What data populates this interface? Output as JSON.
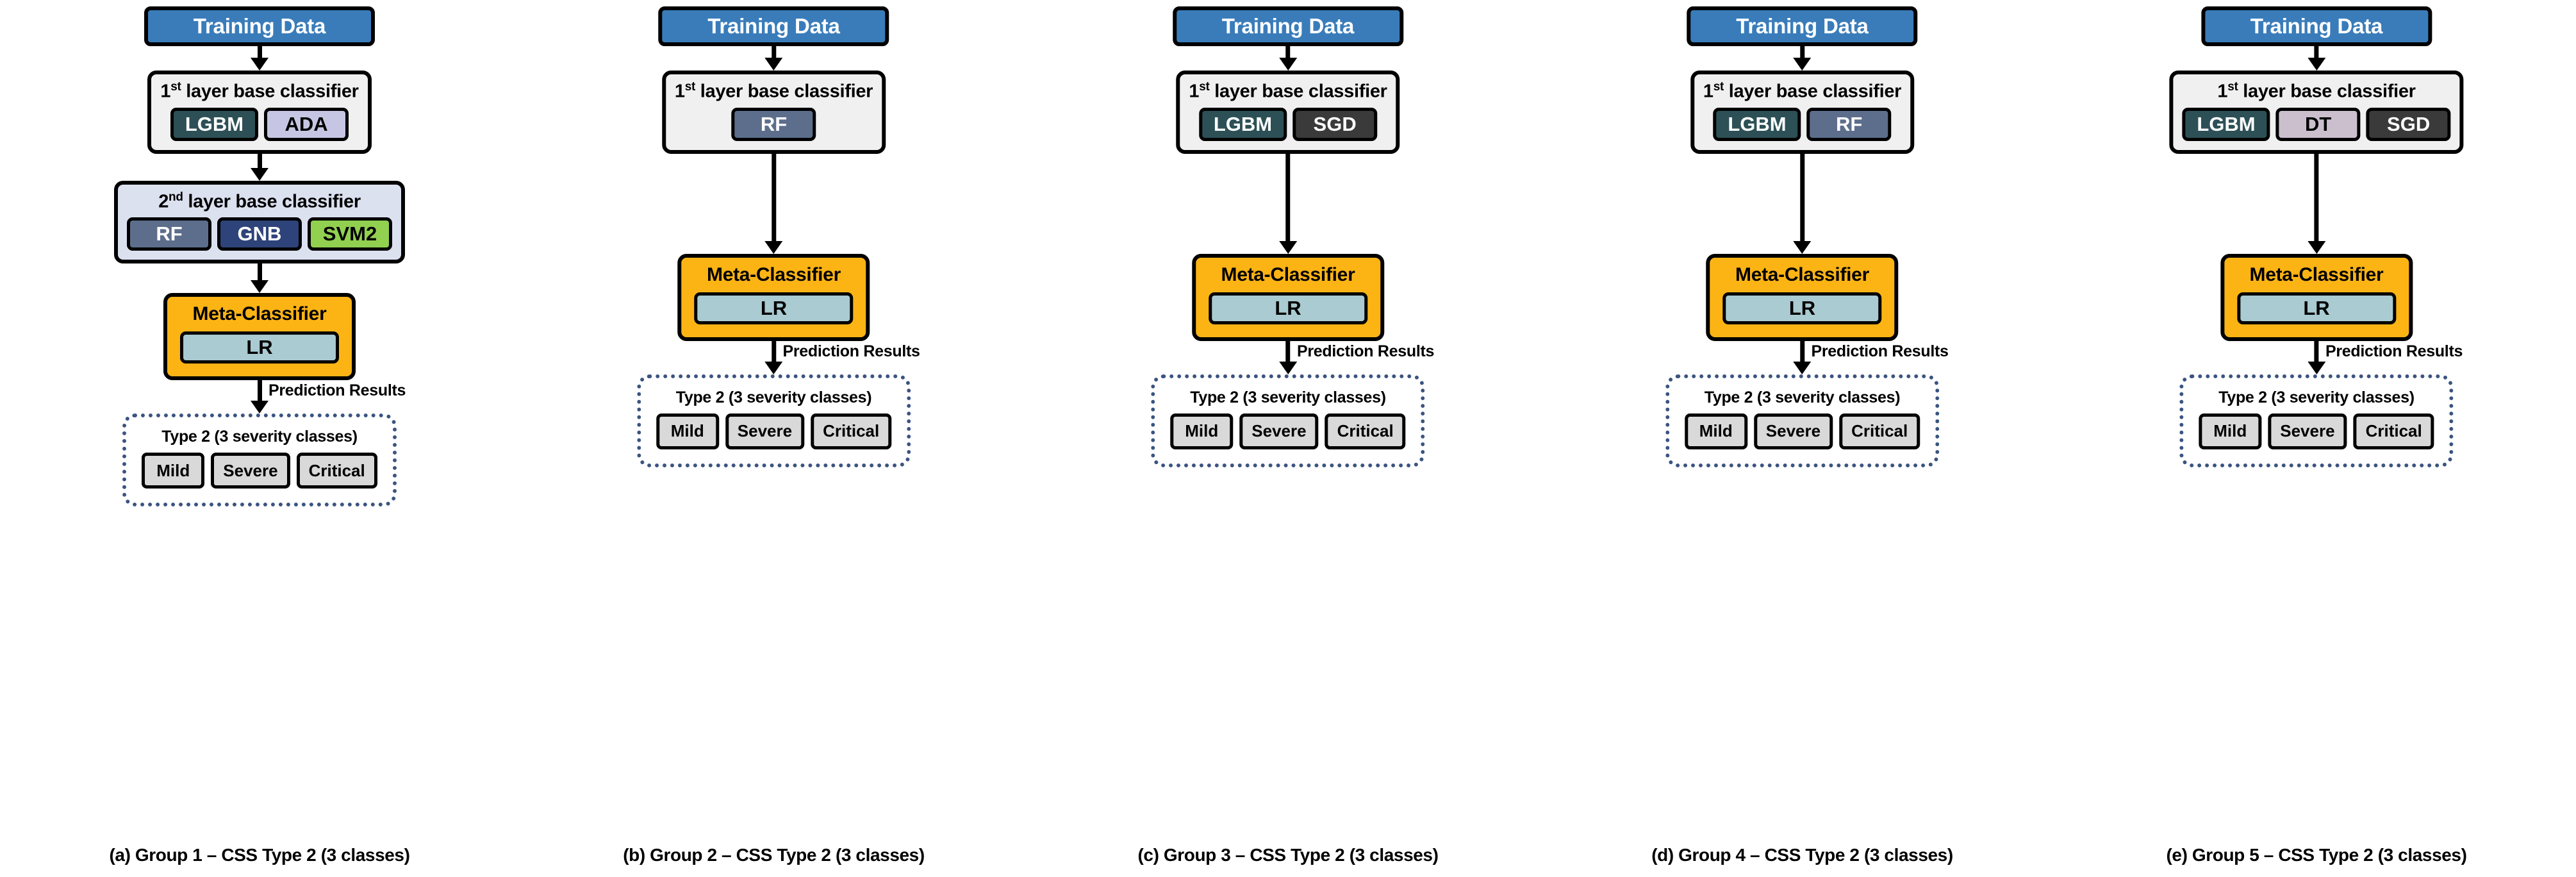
{
  "figure": {
    "common": {
      "training_data_label": "Training Data",
      "first_layer_title_num": "1",
      "first_layer_title_sup": "st",
      "first_layer_title_rest": " layer base classifier",
      "second_layer_title_num": "2",
      "second_layer_title_sup": "nd",
      "second_layer_title_rest": " layer base classifier",
      "meta_title": "Meta-Classifier",
      "meta_classifier_label": "LR",
      "prediction_label": "Prediction Results",
      "results_title": "Type 2 (3 severity classes)",
      "classes": [
        "Mild",
        "Severe",
        "Critical"
      ]
    },
    "colors": {
      "training_data_bg": "#3A7CBA",
      "first_layer_bg": "#F0F0F0",
      "second_layer_bg": "#DCE1F0",
      "meta_bg": "#FCB415",
      "meta_clf_bg": "#A9CBD1",
      "results_border": "#3B5480",
      "class_chip_bg": "#D9D9D9",
      "lgbm": "#2C5056",
      "ada": "#C6C6E4",
      "rf": "#5D6E8C",
      "gnb": "#2E4379",
      "svm2": "#92D050",
      "sgd": "#3A3A3A",
      "dt": "#CBBFCE",
      "outline": "#000000"
    },
    "panels": [
      {
        "id": "panel-a",
        "caption": "(a) Group 1 – CSS Type 2 (3 classes)",
        "first_layer": [
          {
            "label": "LGBM",
            "bg": "#2C5056",
            "fg": "#ffffff"
          },
          {
            "label": "ADA",
            "bg": "#C6C6E4",
            "fg": "#000000"
          }
        ],
        "second_layer": [
          {
            "label": "RF",
            "bg": "#5D6E8C",
            "fg": "#ffffff"
          },
          {
            "label": "GNB",
            "bg": "#2E4379",
            "fg": "#ffffff"
          },
          {
            "label": "SVM2",
            "bg": "#92D050",
            "fg": "#000000"
          }
        ],
        "meta_classifier": "LR",
        "results_title": "Type 2 (3 severity classes)",
        "classes": [
          "Mild",
          "Severe",
          "Critical"
        ]
      },
      {
        "id": "panel-b",
        "caption": "(b) Group 2 – CSS Type 2 (3 classes)",
        "first_layer": [
          {
            "label": "RF",
            "bg": "#5D6E8C",
            "fg": "#ffffff"
          }
        ],
        "second_layer": [],
        "meta_classifier": "LR",
        "results_title": "Type 2 (3 severity classes)",
        "classes": [
          "Mild",
          "Severe",
          "Critical"
        ]
      },
      {
        "id": "panel-c",
        "caption": "(c) Group 3 – CSS Type 2 (3 classes)",
        "first_layer": [
          {
            "label": "LGBM",
            "bg": "#2C5056",
            "fg": "#ffffff"
          },
          {
            "label": "SGD",
            "bg": "#3A3A3A",
            "fg": "#ffffff"
          }
        ],
        "second_layer": [],
        "meta_classifier": "LR",
        "results_title": "Type 2 (3 severity classes)",
        "classes": [
          "Mild",
          "Severe",
          "Critical"
        ]
      },
      {
        "id": "panel-d",
        "caption": "(d) Group 4 – CSS Type 2 (3 classes)",
        "first_layer": [
          {
            "label": "LGBM",
            "bg": "#2C5056",
            "fg": "#ffffff"
          },
          {
            "label": "RF",
            "bg": "#5D6E8C",
            "fg": "#ffffff"
          }
        ],
        "second_layer": [],
        "meta_classifier": "LR",
        "results_title": "Type 2 (3 severity classes)",
        "classes": [
          "Mild",
          "Severe",
          "Critical"
        ]
      },
      {
        "id": "panel-e",
        "caption": "(e) Group 5 – CSS Type 2 (3 classes)",
        "first_layer": [
          {
            "label": "LGBM",
            "bg": "#2C5056",
            "fg": "#ffffff"
          },
          {
            "label": "DT",
            "bg": "#CBBFCE",
            "fg": "#000000"
          },
          {
            "label": "SGD",
            "bg": "#3A3A3A",
            "fg": "#ffffff"
          }
        ],
        "second_layer": [],
        "meta_classifier": "LR",
        "results_title": "Type 2 (3 severity classes)",
        "classes": [
          "Mild",
          "Severe",
          "Critical"
        ]
      }
    ]
  }
}
